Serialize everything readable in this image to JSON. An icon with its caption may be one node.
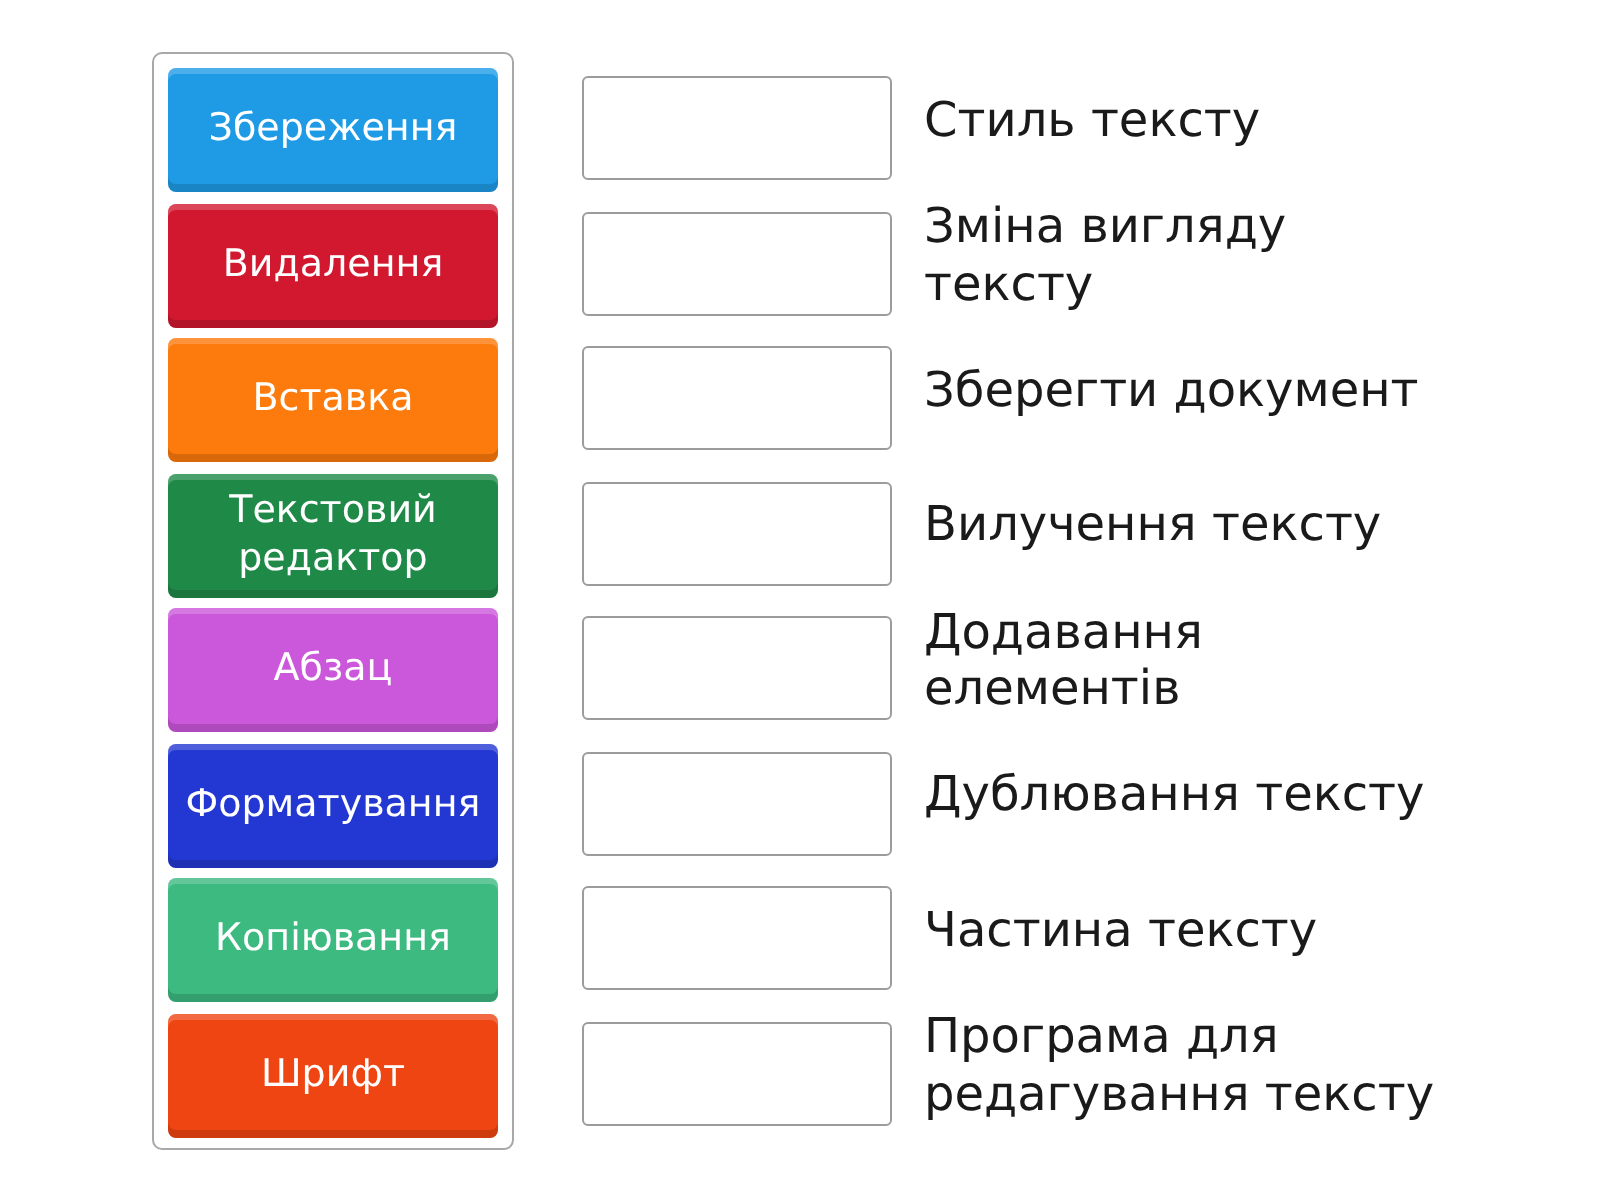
{
  "diagram": {
    "nodes": [
      {
        "text": [],
        "shape": "box"
      },
      {
        "text": [
          "Збереження"
        ],
        "in": 0
      },
      {
        "text": [
          "Видалення"
        ],
        "in": 0
      },
      {
        "text": [
          "Вставка"
        ],
        "in": 0
      },
      {
        "text": [
          "Текстовий редактор"
        ],
        "in": 0
      },
      {
        "text": [
          "Абзац"
        ],
        "in": 0
      },
      {
        "text": [
          "Форматування"
        ],
        "in": 0
      },
      {
        "text": [
          "Копіювання"
        ],
        "in": 0
      },
      {
        "text": [
          "Шрифт"
        ],
        "in": 0
      },
      {
        "text": [],
        "shape": "box",
        "beside": [
          "Стиль тексту"
        ]
      },
      {
        "text": [],
        "shape": "box",
        "beside": [
          "Зміна вигляду тексту"
        ]
      },
      {
        "text": [],
        "shape": "box",
        "beside": [
          "Зберегти документ"
        ]
      },
      {
        "text": [],
        "shape": "box",
        "beside": [
          "Вилучення тексту"
        ]
      },
      {
        "text": [],
        "shape": "box",
        "beside": [
          "Додавання елементів"
        ]
      },
      {
        "text": [],
        "shape": "box",
        "beside": [
          "Дублювання тексту"
        ]
      },
      {
        "text": [],
        "shape": "box",
        "beside": [
          "Частина тексту"
        ]
      },
      {
        "text": [],
        "shape": "box",
        "beside": [
          "Програма для редагування тексту"
        ]
      }
    ]
  }
}
